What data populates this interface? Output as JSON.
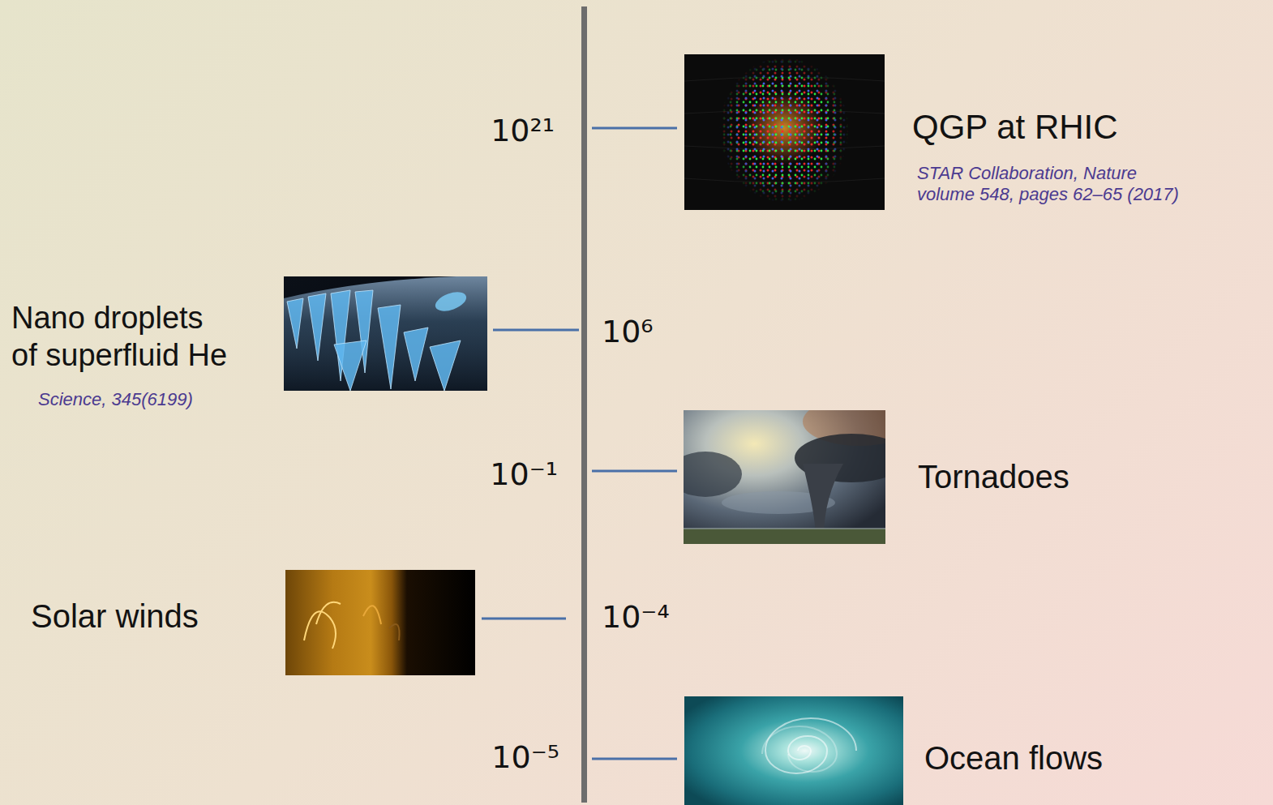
{
  "diagram": {
    "labels": [
      "10²¹",
      "QGP at RHIC",
      "STAR Collaboration, Nature volume 548, pages 62–65 (2017)",
      "Nano droplets of superfluid He",
      "Science, 345(6199)",
      "10⁶",
      "10⁻¹",
      "Tornadoes",
      "Solar winds",
      "10⁻⁴",
      "10⁻⁵",
      "Ocean flows"
    ]
  }
}
